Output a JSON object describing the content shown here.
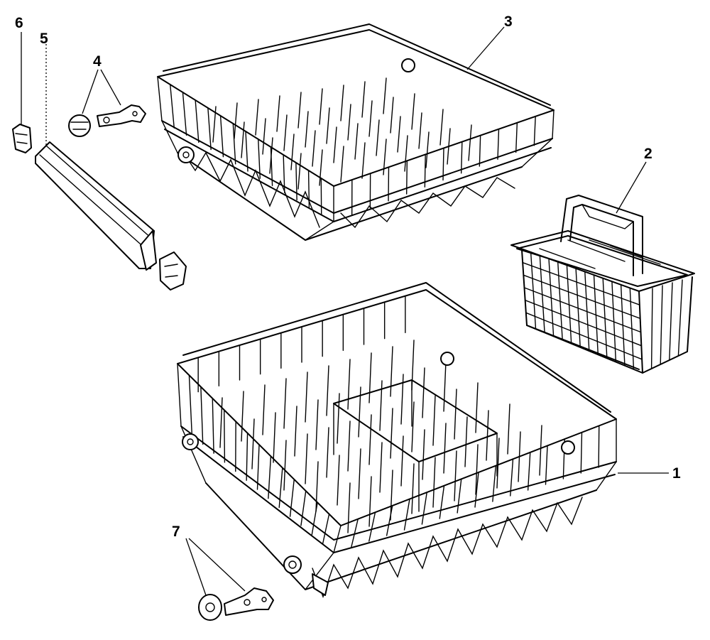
{
  "callouts": {
    "c1": "1",
    "c2": "2",
    "c3": "3",
    "c4": "4",
    "c5": "5",
    "c6": "6",
    "c7": "7"
  },
  "colors": {
    "ink": "#000000",
    "paper": "#ffffff"
  },
  "parts": [
    "lower-rack",
    "silverware-basket",
    "upper-rack",
    "rack-roller-pair",
    "track-rail",
    "track-end-cap",
    "lower-rack-roller-pair"
  ]
}
